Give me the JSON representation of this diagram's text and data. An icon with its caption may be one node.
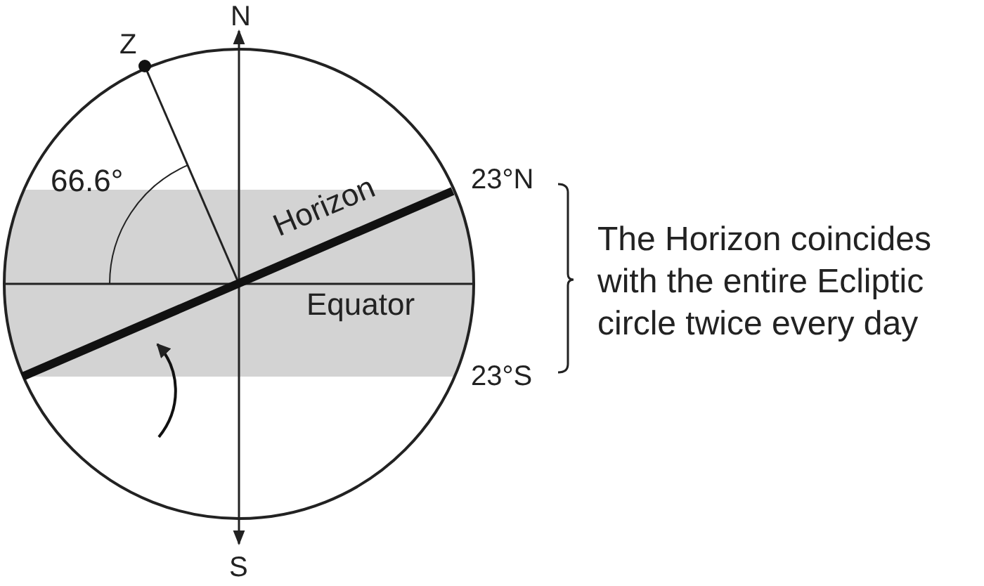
{
  "diagram": {
    "labels": [
      "N",
      "Z",
      "66.6°",
      "23°N",
      "Horizon",
      "Equator",
      "The Horizon coincides with the entire Ecliptic circle twice every day",
      "23°S",
      "S"
    ]
  }
}
